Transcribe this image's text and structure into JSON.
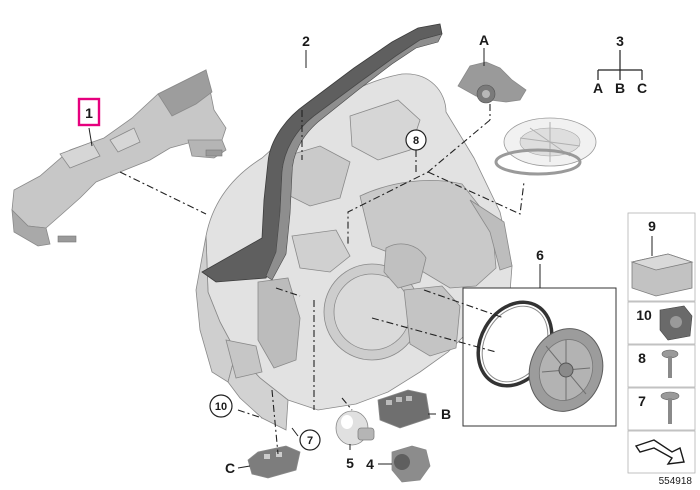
{
  "diagram": {
    "labels": {
      "p1": "1",
      "p2": "2",
      "p3": "3",
      "p4": "4",
      "p5": "5",
      "p6": "6",
      "p7": "7",
      "p8": "8",
      "p9": "9",
      "p10": "10",
      "A": "A",
      "B": "B",
      "C": "C"
    },
    "tree_children": [
      "A",
      "B",
      "C"
    ],
    "side_items": [
      "9",
      "10",
      "8",
      "7"
    ],
    "diagram_number": "554918",
    "colors": {
      "highlight": "#e6007e",
      "part_light": "#d9d9d9",
      "part_mid": "#bdbdbd",
      "part_dark": "#7a7a7a",
      "line": "#222222"
    }
  }
}
